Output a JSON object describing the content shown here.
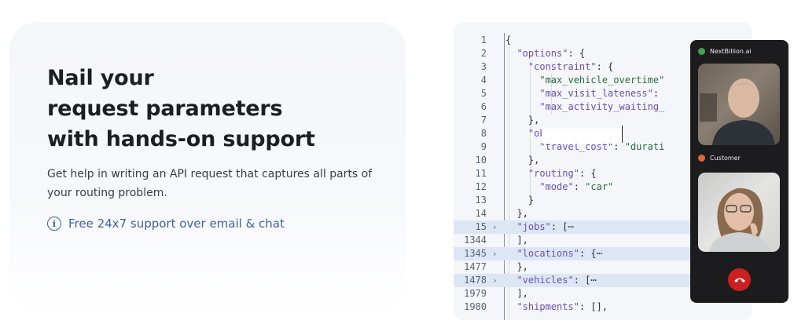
{
  "hero": {
    "headline_lines": [
      "Nail your",
      "request parameters",
      "with hands-on support"
    ],
    "description": "Get help in writing an API request that captures all parts of your routing problem.",
    "support_text": "Free 24x7 support over email & chat",
    "support_icon": "info-icon"
  },
  "editor": {
    "lines": [
      {
        "num": "1",
        "text": "{"
      },
      {
        "num": "2",
        "text": "  \"options\": {"
      },
      {
        "num": "3",
        "text": "    \"constraint\": {"
      },
      {
        "num": "4",
        "text": "      \"max_vehicle_overtime\""
      },
      {
        "num": "5",
        "text": "      \"max_visit_lateness\":"
      },
      {
        "num": "6",
        "text": "      \"max_activity_waiting_"
      },
      {
        "num": "7",
        "text": "    },"
      },
      {
        "num": "8",
        "text": "    \"objective\": {"
      },
      {
        "num": "9",
        "text": "      \"travel_cost\": \"durati"
      },
      {
        "num": "10",
        "text": "    },"
      },
      {
        "num": "11",
        "text": "    \"routing\": {"
      },
      {
        "num": "12",
        "text": "      \"mode\": \"car\""
      },
      {
        "num": "13",
        "text": "    }"
      },
      {
        "num": "14",
        "text": "  },"
      },
      {
        "num": "15",
        "text": "  \"jobs\": [⋯",
        "folded": true
      },
      {
        "num": "1344",
        "text": "  ],"
      },
      {
        "num": "1345",
        "text": "  \"locations\": {⋯",
        "folded": true
      },
      {
        "num": "1477",
        "text": "  },"
      },
      {
        "num": "1478",
        "text": "  \"vehicles\": [⋯",
        "folded": true
      },
      {
        "num": "1979",
        "text": "  ],"
      },
      {
        "num": "1980",
        "text": "  \"shipments\": [],"
      }
    ]
  },
  "call": {
    "participants": [
      {
        "name": "NextBillion.ai",
        "color": "#3fa34d"
      },
      {
        "name": "Customer",
        "color": "#e0663a"
      }
    ],
    "hangup_icon": "phone-hangup-icon",
    "hangup_color": "#cc1f1f"
  }
}
